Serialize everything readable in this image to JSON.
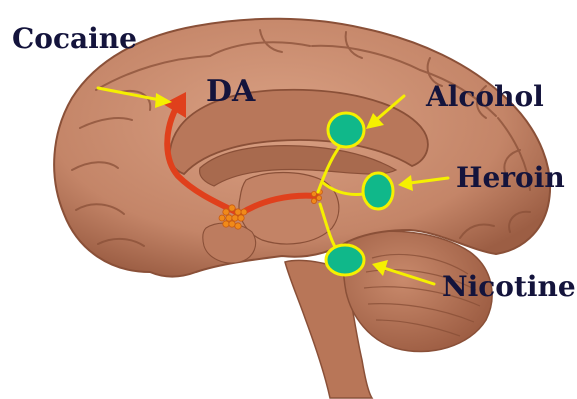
{
  "labels": {
    "cocaine": "Cocaine",
    "da": "DA",
    "alcohol": "Alcohol",
    "heroin": "Heroin",
    "nicotine": "Nicotine"
  },
  "colors": {
    "brain": "#c98a6c",
    "brain_dark": "#8a5038",
    "pathway": "#e0401c",
    "arrow": "#f5f000",
    "site_fill": "#10b88a",
    "site_stroke": "#f5f000",
    "label": "#14143c"
  },
  "icons": {
    "brain": "brain-sagittal-icon",
    "receptor_site": "receptor-site-icon"
  }
}
